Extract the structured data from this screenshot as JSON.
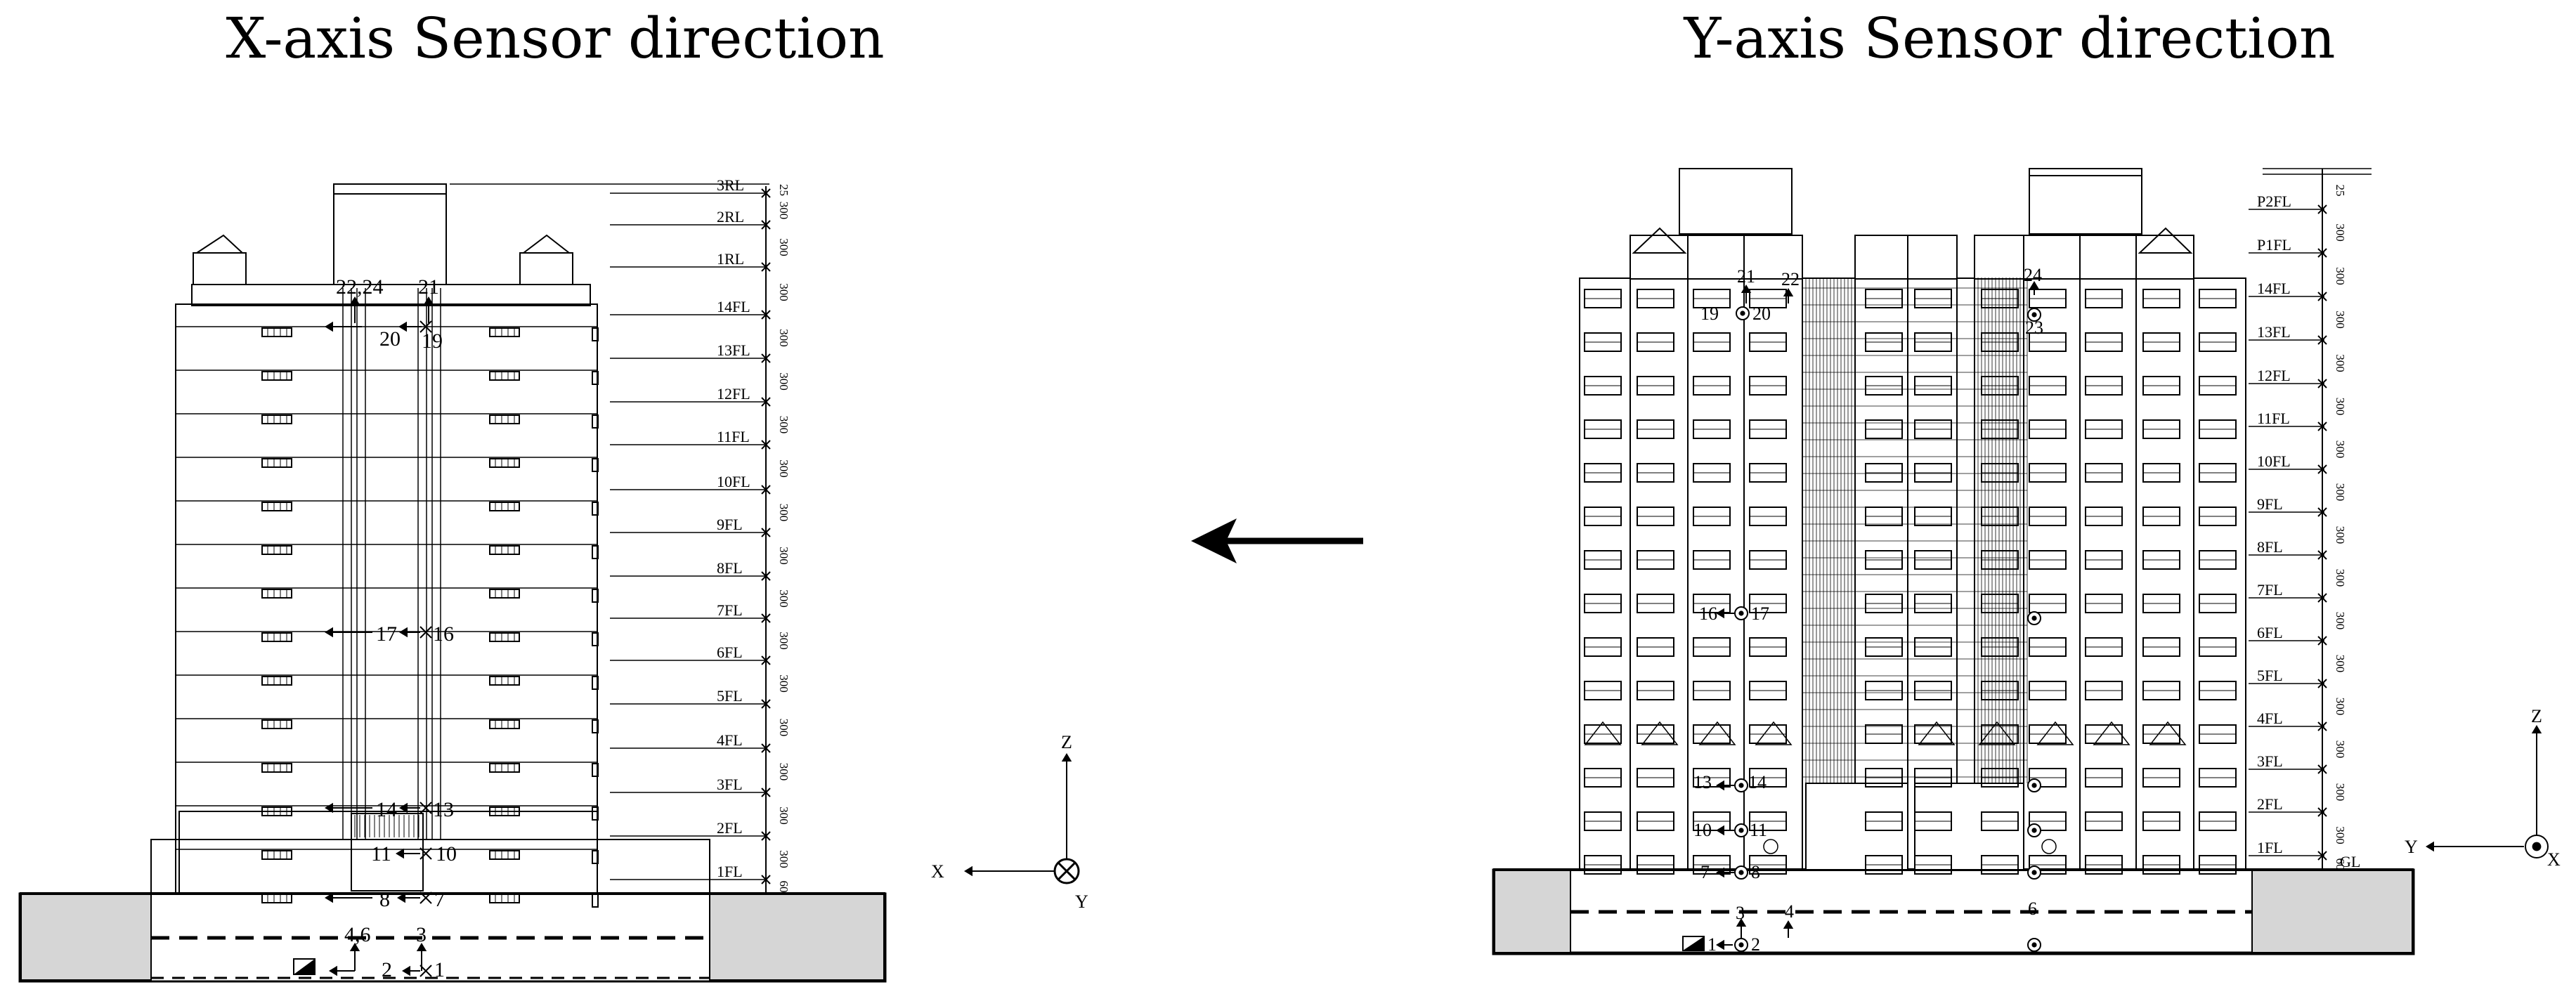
{
  "titles": {
    "left": "X-axis Sensor direction",
    "right": "Y-axis Sensor direction"
  },
  "left_building": {
    "floors": [
      "3RL",
      "2RL",
      "1RL",
      "14FL",
      "13FL",
      "12FL",
      "11FL",
      "10FL",
      "9FL",
      "8FL",
      "7FL",
      "6FL",
      "5FL",
      "4FL",
      "3FL",
      "2FL",
      "1FL"
    ],
    "dims": [
      "25",
      "300",
      "300",
      "300",
      "300",
      "300",
      "300",
      "300",
      "300",
      "300",
      "300",
      "300",
      "300",
      "300",
      "300",
      "300",
      "300",
      "60"
    ],
    "sensors": [
      {
        "label": "22,24"
      },
      {
        "label": "21"
      },
      {
        "label": "20"
      },
      {
        "label": "19"
      },
      {
        "label": "17"
      },
      {
        "label": "16"
      },
      {
        "label": "14"
      },
      {
        "label": "13"
      },
      {
        "label": "11"
      },
      {
        "label": "10"
      },
      {
        "label": "8"
      },
      {
        "label": "7"
      },
      {
        "label": "4,6"
      },
      {
        "label": "3"
      },
      {
        "label": "2"
      },
      {
        "label": "1"
      }
    ],
    "axes": {
      "z": "Z",
      "x": "X",
      "y": "Y"
    }
  },
  "right_building": {
    "floors": [
      "P2FL",
      "P1FL",
      "14FL",
      "13FL",
      "12FL",
      "11FL",
      "10FL",
      "9FL",
      "8FL",
      "7FL",
      "6FL",
      "5FL",
      "4FL",
      "3FL",
      "2FL",
      "1FL",
      "GL"
    ],
    "dims": [
      "25",
      "300",
      "300",
      "300",
      "300",
      "300",
      "300",
      "300",
      "300",
      "300",
      "300",
      "300",
      "300",
      "300",
      "300",
      "300",
      "60"
    ],
    "sensors": [
      {
        "label": "21"
      },
      {
        "label": "22"
      },
      {
        "label": "19"
      },
      {
        "label": "20"
      },
      {
        "label": "24"
      },
      {
        "label": "23"
      },
      {
        "label": "16"
      },
      {
        "label": "17"
      },
      {
        "label": "13"
      },
      {
        "label": "14"
      },
      {
        "label": "10"
      },
      {
        "label": "11"
      },
      {
        "label": "7"
      },
      {
        "label": "8"
      },
      {
        "label": "3"
      },
      {
        "label": "4"
      },
      {
        "label": "6"
      },
      {
        "label": "1"
      },
      {
        "label": "2"
      }
    ],
    "axes": {
      "z": "Z",
      "y": "Y",
      "x": "X"
    }
  }
}
